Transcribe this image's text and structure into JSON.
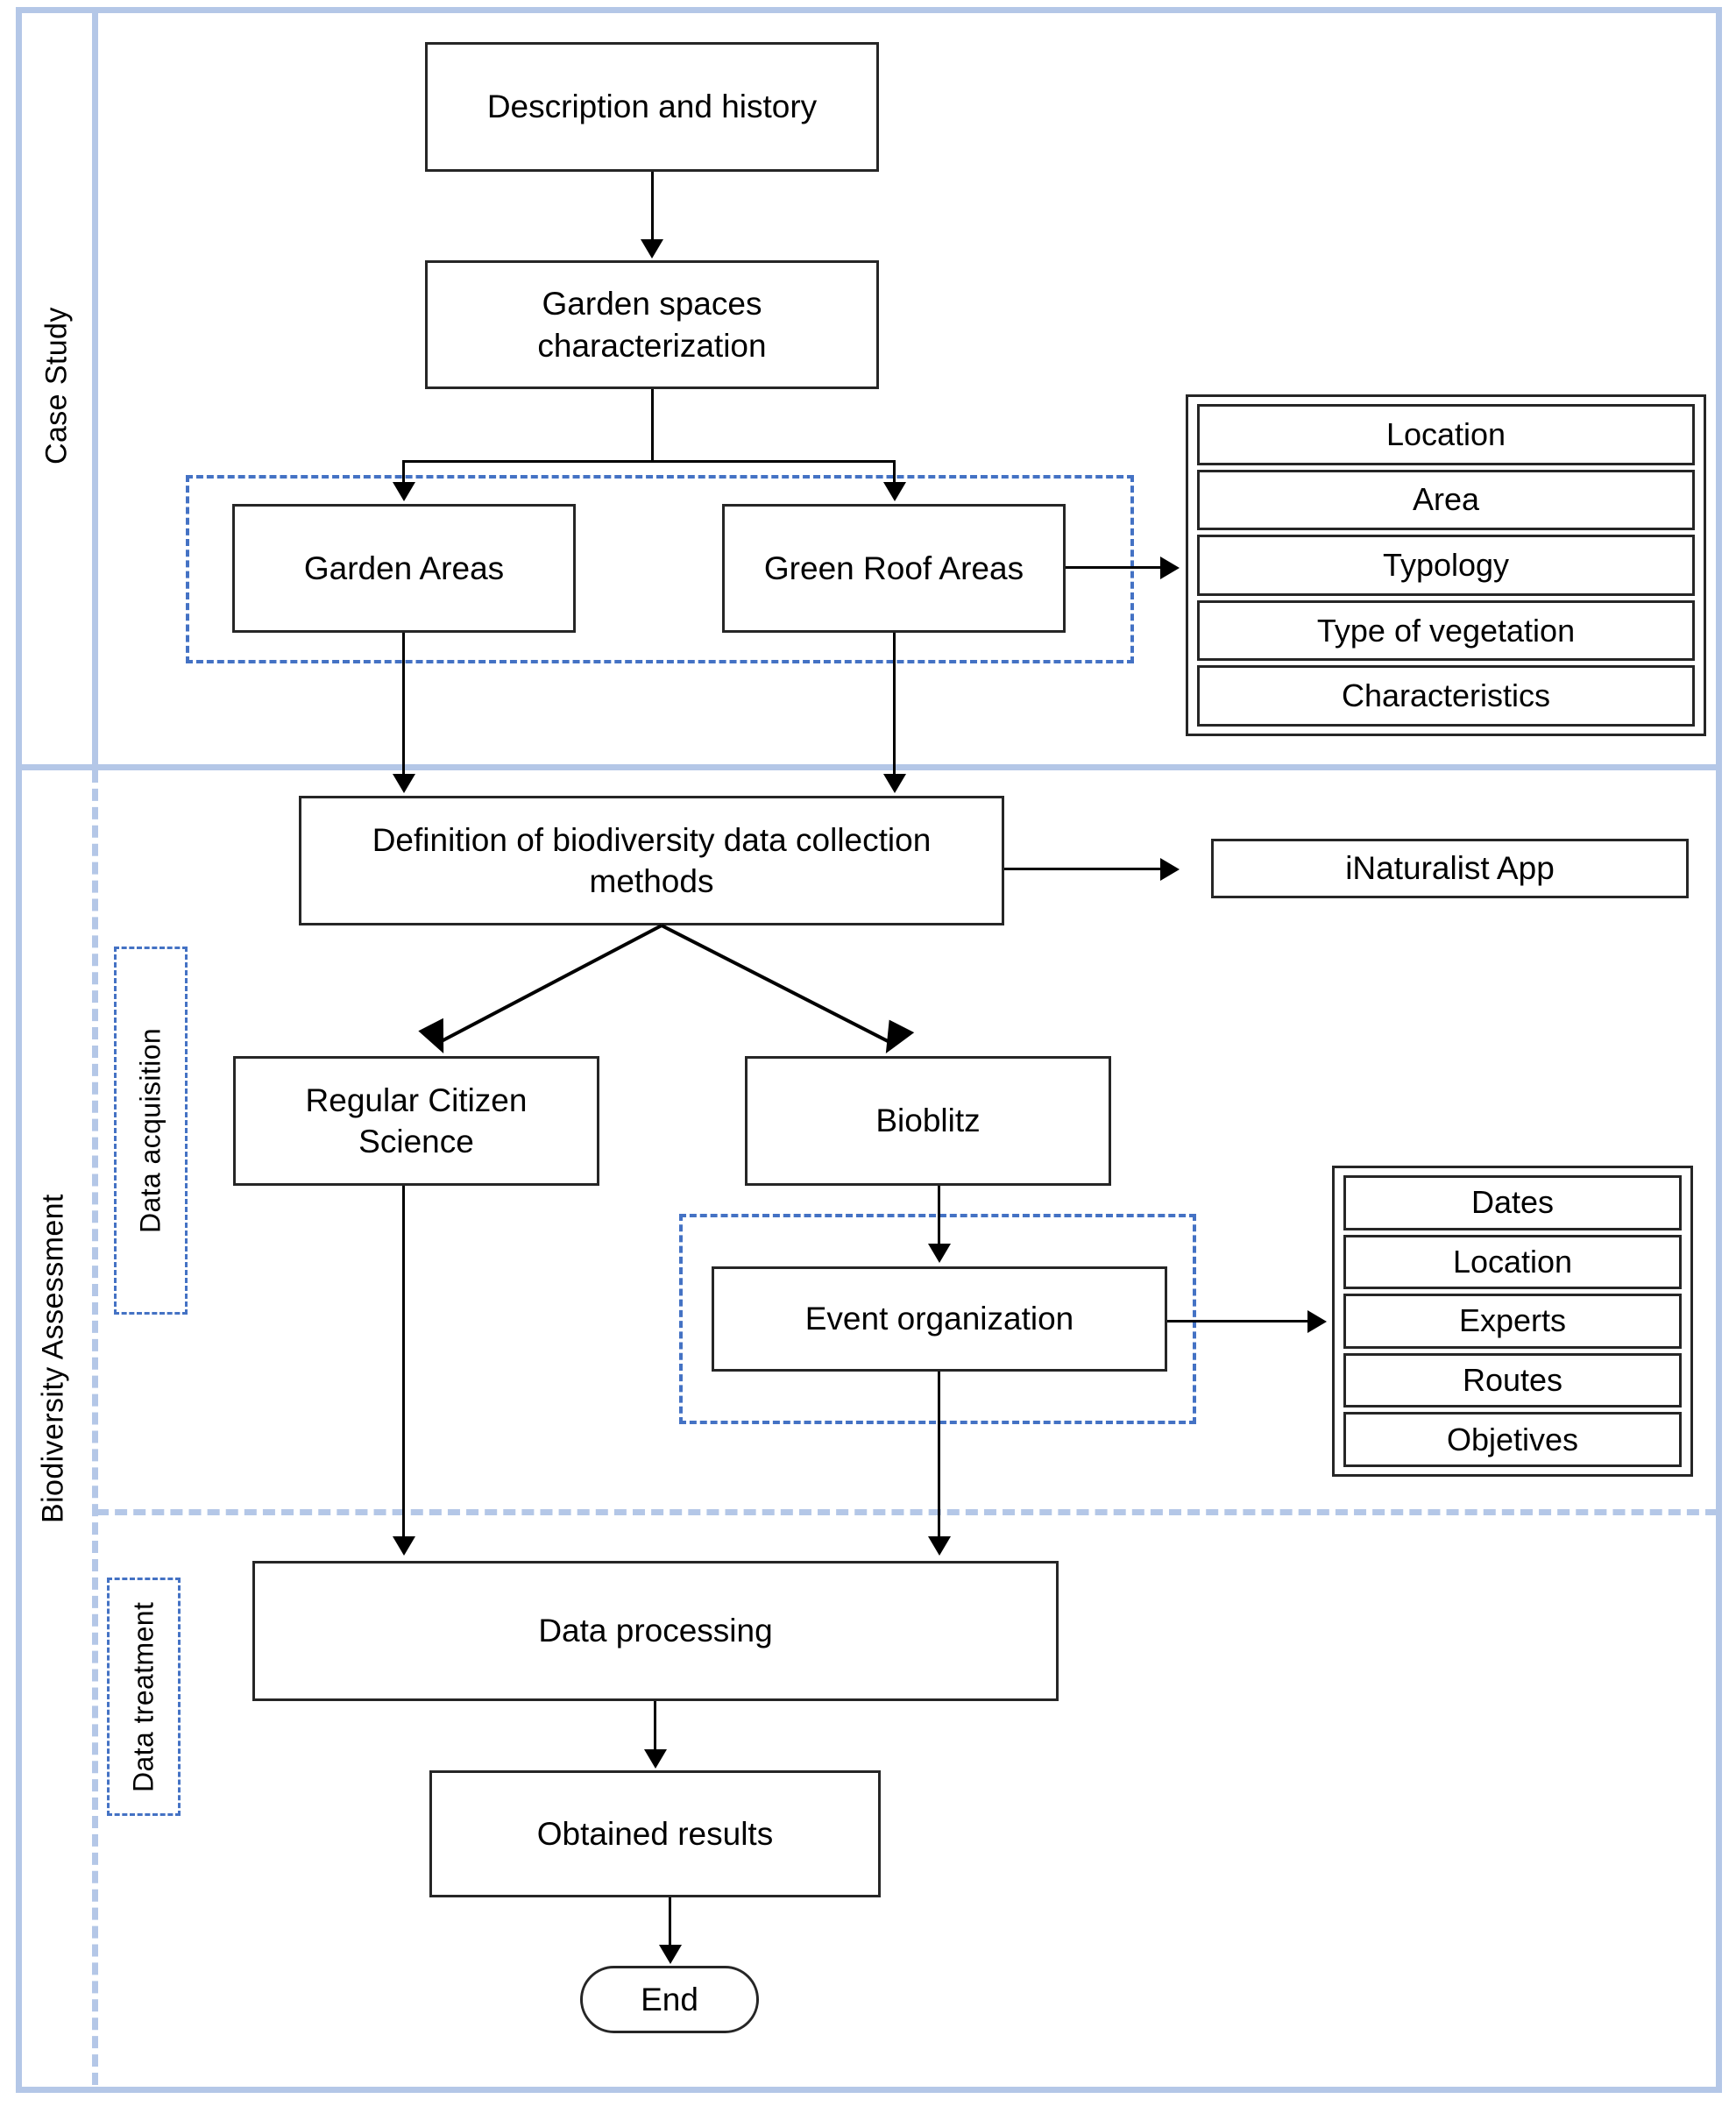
{
  "diagram": {
    "title": "Biodiversity assessment methodology flowchart",
    "type": "flowchart",
    "colors": {
      "frame": "#b4c7e7",
      "group_dashed": "#4472c4",
      "node_border": "#262626",
      "connector": "#000000",
      "background": "#ffffff"
    }
  },
  "lanes": [
    {
      "id": "case-study",
      "label": "Case Study"
    },
    {
      "id": "biodiversity-assessment",
      "label": "Biodiversity Assessment"
    }
  ],
  "sublanes": [
    {
      "id": "data-acquisition",
      "label": "Data acquisition"
    },
    {
      "id": "data-treatment",
      "label": "Data treatment"
    }
  ],
  "nodes": {
    "description_history": "Description and history",
    "garden_spaces": "Garden spaces characterization",
    "garden_areas": "Garden Areas",
    "green_roof_areas": "Green Roof Areas",
    "definition_methods": "Definition of biodiversity data collection methods",
    "inaturalist_app": "iNaturalist App",
    "regular_citizen_science": "Regular Citizen Science",
    "bioblitz": "Bioblitz",
    "event_organization": "Event organization",
    "data_processing": "Data processing",
    "obtained_results": "Obtained results",
    "end": "End"
  },
  "attribute_groups": {
    "space_attributes": [
      "Location",
      "Area",
      "Typology",
      "Type of vegetation",
      "Characteristics"
    ],
    "event_attributes": [
      "Dates",
      "Location",
      "Experts",
      "Routes",
      "Objetives"
    ]
  }
}
